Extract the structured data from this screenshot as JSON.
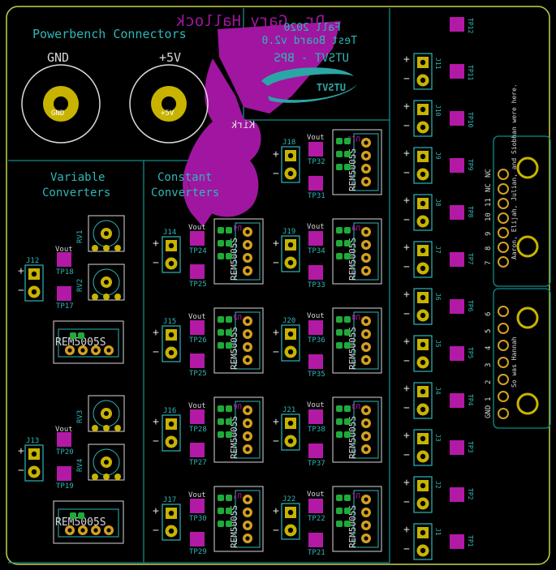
{
  "colors": {
    "background": "#000000",
    "outline": "#c8d24a",
    "section": "#0e8c8c",
    "silk": "#2fb6b6",
    "pad": "#c8b400",
    "pad_inner": "#000000",
    "copper": "#d4a020",
    "testpoint": "#b21aa6",
    "smd": "#1faa3a",
    "ic_text": "#d8d8d8",
    "back_silk": "#a016a0",
    "logo": "#2aa6a6"
  },
  "header": {
    "title": "Powerbench Connectors",
    "gnd": "GND",
    "plus5": "+5V",
    "gnd_small": "GND",
    "plus5_small": "+5V"
  },
  "back_text": {
    "name": "Dr. Gary Hallock",
    "board": "UTSVT - BPS",
    "version": "Test Board v2.0",
    "term": "Fall 2020",
    "brand": "UTSVT",
    "kirk": "Kirk"
  },
  "sections": {
    "variable": "Variable\nConverters",
    "constant": "Constant\nConverters"
  },
  "variable_blocks": [
    {
      "conn": "J12",
      "vout": "Vout",
      "tp_top": "TP18",
      "tp_bot": "TP17",
      "rv_a": "RV1",
      "rv_b": "RV2",
      "ic": "REM5005S"
    },
    {
      "conn": "J13",
      "vout": "Vout",
      "tp_top": "TP20",
      "tp_bot": "TP19",
      "rv_a": "RV3",
      "rv_b": "RV4",
      "ic": "REM5005S"
    }
  ],
  "constant_left": [
    {
      "conn": "J14",
      "vout": "Vout",
      "tp_top": "TP24",
      "tp_bot": "TP25",
      "u": "U4",
      "ic": "REM5005S"
    },
    {
      "conn": "J15",
      "vout": "Vout",
      "tp_top": "TP26",
      "tp_bot": "TP25",
      "u": "U5",
      "ic": "REM5005S"
    },
    {
      "conn": "J16",
      "vout": "Vout",
      "tp_top": "TP28",
      "tp_bot": "TP27",
      "u": "U6",
      "ic": "REM5005S"
    },
    {
      "conn": "J17",
      "vout": "Vout",
      "tp_top": "TP30",
      "tp_bot": "TP29",
      "u": "U7",
      "ic": "REM5005S"
    }
  ],
  "constant_right": [
    {
      "conn": "J18",
      "vout": "Vout",
      "tp_top": "TP32",
      "tp_bot": "TP31",
      "u": "U10",
      "ic": "REM5005S"
    },
    {
      "conn": "J19",
      "vout": "Vout",
      "tp_top": "TP34",
      "tp_bot": "TP33",
      "u": "U9",
      "ic": "REM5005S"
    },
    {
      "conn": "J20",
      "vout": "Vout",
      "tp_top": "TP36",
      "tp_bot": "TP35",
      "u": "U8",
      "ic": "REM5005S"
    },
    {
      "conn": "J21",
      "vout": "Vout",
      "tp_top": "TP38",
      "tp_bot": "TP37",
      "u": "U3",
      "ic": "REM5005S"
    },
    {
      "conn": "J22",
      "vout": "Vout",
      "tp_top": "TP22",
      "tp_bot": "TP21",
      "u": "U1",
      "ic": "REM5005S"
    }
  ],
  "channels": [
    {
      "j": "J11",
      "tp": "TP11"
    },
    {
      "j": "J10",
      "tp": "TP10"
    },
    {
      "j": "J9",
      "tp": "TP9"
    },
    {
      "j": "J8",
      "tp": "TP8"
    },
    {
      "j": "J7",
      "tp": "TP7"
    },
    {
      "j": "J6",
      "tp": "TP6"
    },
    {
      "j": "J5",
      "tp": "TP5"
    },
    {
      "j": "J4",
      "tp": "TP4"
    },
    {
      "j": "J3",
      "tp": "TP3"
    },
    {
      "j": "J2",
      "tp": "TP2"
    },
    {
      "j": "J1",
      "tp": "TP1"
    }
  ],
  "channel_top_tp": "TP12",
  "connector_labels": {
    "top_pins": [
      "7",
      "8",
      "9",
      "10",
      "11",
      "NC",
      "NC"
    ],
    "bottom_pins": [
      "GND",
      "1",
      "2",
      "3",
      "4",
      "5",
      "6"
    ],
    "note_top": "Aaron, Elijah, Julian, and Siobhan were here.",
    "note_bottom": "So was Hannah"
  },
  "plus": "+",
  "minus": "−"
}
